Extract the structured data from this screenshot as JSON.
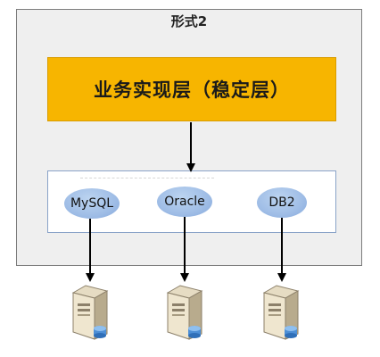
{
  "frame": {
    "title": "形式2"
  },
  "business_layer": {
    "label": "业务实现层（稳定层）"
  },
  "databases": [
    {
      "name": "MySQL"
    },
    {
      "name": "Oracle"
    },
    {
      "name": "DB2"
    }
  ],
  "icons": [
    "server-database-icon",
    "server-database-icon",
    "server-database-icon"
  ],
  "colors": {
    "frame_background": "#efefef",
    "business_layer": "#f7b500",
    "db_ellipse": "#9fbde6",
    "arrows": "#000000"
  }
}
